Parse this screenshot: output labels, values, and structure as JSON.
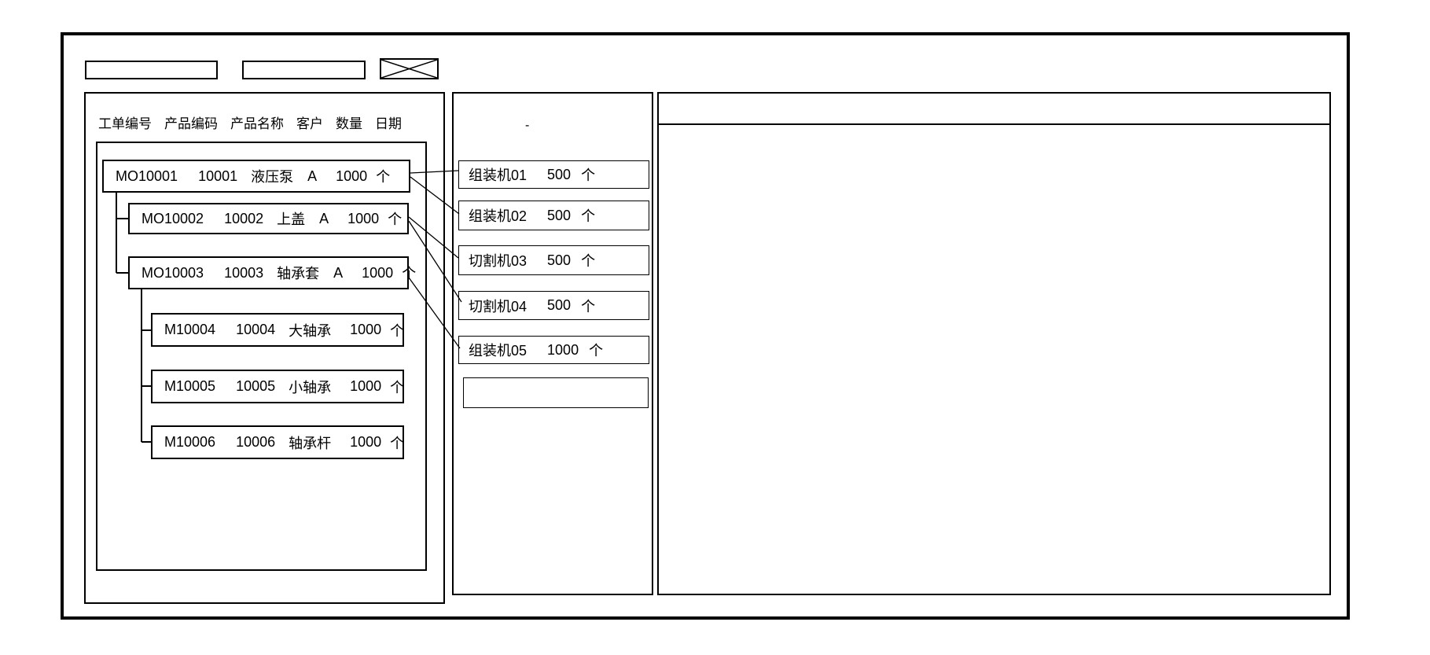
{
  "colors": {
    "line": "#000000",
    "background": "#ffffff"
  },
  "left_panel": {
    "columns": [
      "工单编号",
      "产品编码",
      "产品名称",
      "客户",
      "数量",
      "日期"
    ],
    "orders": [
      {
        "id": "MO10001",
        "code": "10001",
        "name": "液压泵",
        "customer": "A",
        "qty": "1000",
        "unit": "个"
      },
      {
        "id": "MO10002",
        "code": "10002",
        "name": "上盖",
        "customer": "A",
        "qty": "1000",
        "unit": "个"
      },
      {
        "id": "MO10003",
        "code": "10003",
        "name": "轴承套",
        "customer": "A",
        "qty": "1000",
        "unit": "个"
      },
      {
        "id": "M10004",
        "code": "10004",
        "name": "大轴承",
        "customer": "",
        "qty": "1000",
        "unit": "个"
      },
      {
        "id": "M10005",
        "code": "10005",
        "name": "小轴承",
        "customer": "",
        "qty": "1000",
        "unit": "个"
      },
      {
        "id": "M10006",
        "code": "10006",
        "name": "轴承杆",
        "customer": "",
        "qty": "1000",
        "unit": "个"
      }
    ]
  },
  "middle_panel": {
    "mark": "-",
    "machines": [
      {
        "name": "组装机01",
        "qty": "500",
        "unit": "个"
      },
      {
        "name": "组装机02",
        "qty": "500",
        "unit": "个"
      },
      {
        "name": "切割机03",
        "qty": "500",
        "unit": "个"
      },
      {
        "name": "切割机04",
        "qty": "500",
        "unit": "个"
      },
      {
        "name": "组装机05",
        "qty": "1000",
        "unit": "个"
      },
      {
        "name": "",
        "qty": "",
        "unit": ""
      }
    ]
  },
  "connections": [
    {
      "from": "MO10001",
      "to": "组装机01"
    },
    {
      "from": "MO10001",
      "to": "组装机02"
    },
    {
      "from": "MO10002",
      "to": "切割机03"
    },
    {
      "from": "MO10002",
      "to": "切割机04"
    },
    {
      "from": "MO10003",
      "to": "组装机05"
    }
  ],
  "icons": {
    "image_placeholder": "x-crossed-box"
  }
}
